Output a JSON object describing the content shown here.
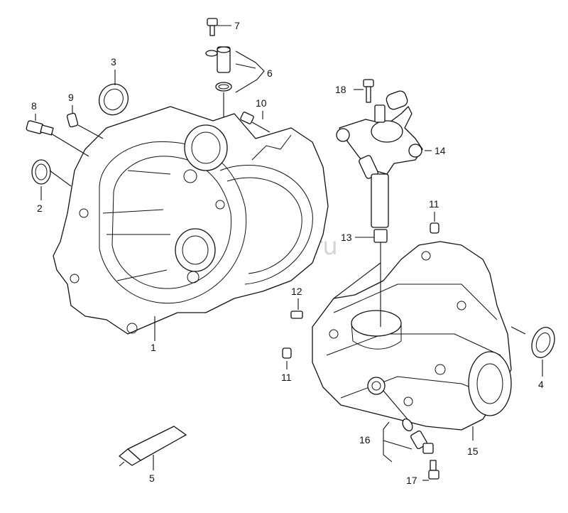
{
  "watermark": "autotec.ru",
  "callouts": {
    "c1": "1",
    "c2": "2",
    "c3": "3",
    "c4": "4",
    "c5": "5",
    "c6": "6",
    "c7": "7",
    "c8": "8",
    "c9": "9",
    "c10": "10",
    "c11a": "11",
    "c11b": "11",
    "c12": "12",
    "c13": "13",
    "c14": "14",
    "c15": "15",
    "c16": "16",
    "c17": "17",
    "c18": "18"
  }
}
